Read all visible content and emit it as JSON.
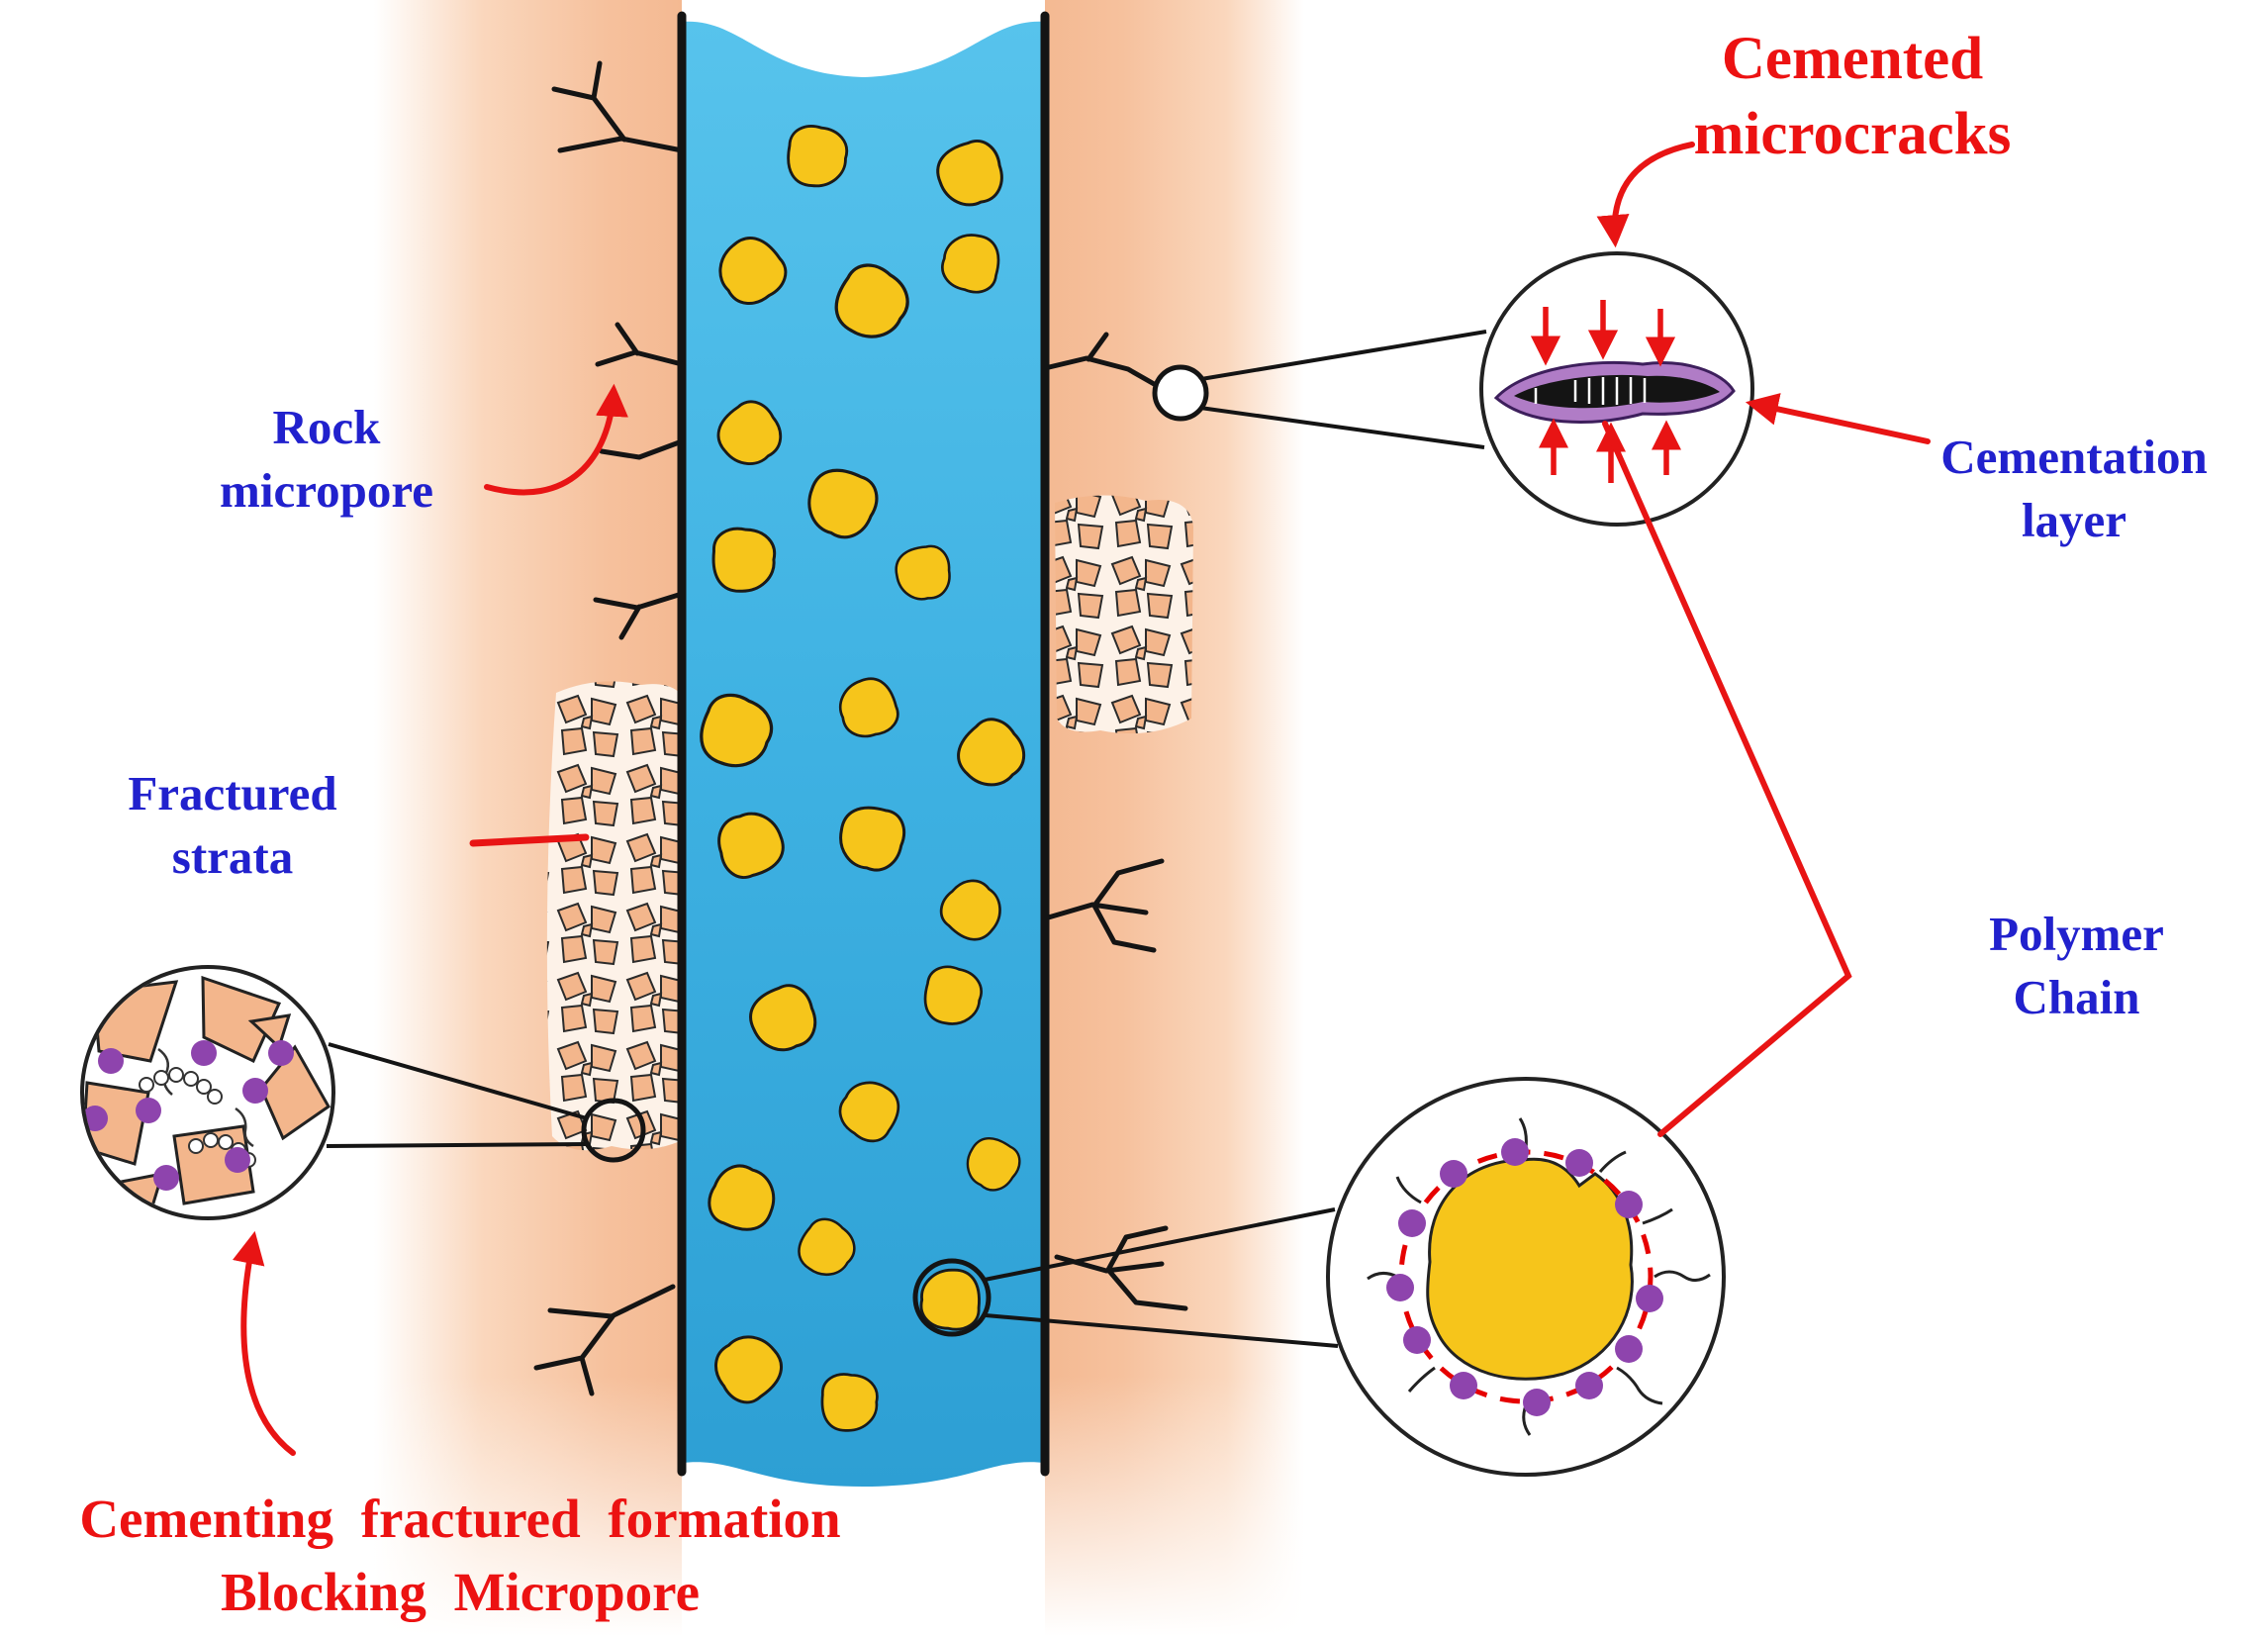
{
  "figure": {
    "type": "wellbore-cementation-schematic",
    "labels": {
      "rock_micropore": {
        "line1": "Rock",
        "line2": "micropore"
      },
      "fractured_strata": {
        "line1": "Fractured",
        "line2": "strata"
      },
      "cemented_microcracks": {
        "line1": "Cemented",
        "line2": "microcracks"
      },
      "cementation_layer": {
        "line1": "Cementation",
        "line2": "layer"
      },
      "polymer_chain": {
        "line1": "Polymer",
        "line2": "Chain"
      },
      "caption": {
        "line1": "Cementing fractured formation",
        "line2": "Blocking Micropore"
      }
    },
    "colors": {
      "label_blue": "#2121cd",
      "annotation_red": "#e81414",
      "fluid_blue": "#3eb1e2",
      "cuttings_yellow": "#f6c51b",
      "formation_peach": "#f5bd95",
      "polymer_purple": "#8e44ad",
      "cementation_purple": "#b07cc6"
    }
  }
}
